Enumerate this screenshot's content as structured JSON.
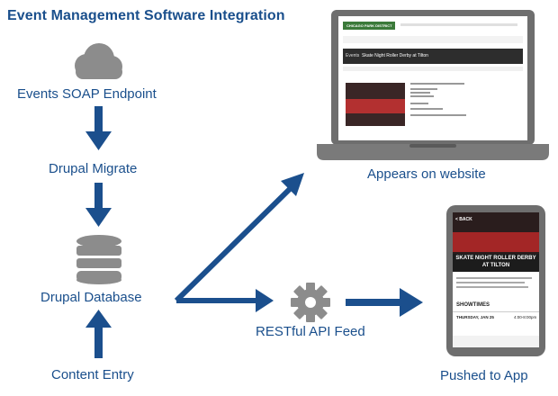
{
  "title": "Event Management Software Integration",
  "nodes": {
    "soap": "Events SOAP Endpoint",
    "migrate": "Drupal Migrate",
    "database": "Drupal Database",
    "content_entry": "Content Entry",
    "rest": "RESTful API Feed",
    "website": "Appears on website",
    "app": "Pushed to App"
  },
  "website_mock": {
    "logo": "CHICAGO PARK DISTRICT",
    "banner_section": "Events",
    "banner_title": "Skate Night Roller Derby at Tilton"
  },
  "app_mock": {
    "back": "< BACK",
    "hero_title": "SKATE NIGHT ROLLER DERBY AT TILTON",
    "section": "SHOWTIMES",
    "date": "THURSDAY, JAN 25",
    "time": "4:00-8:00pm"
  },
  "colors": {
    "accent": "#1a4f8c",
    "arrow": "#1b4f8d",
    "icon_gray": "#8c8c8c",
    "device_frame": "#6e6e6e"
  }
}
